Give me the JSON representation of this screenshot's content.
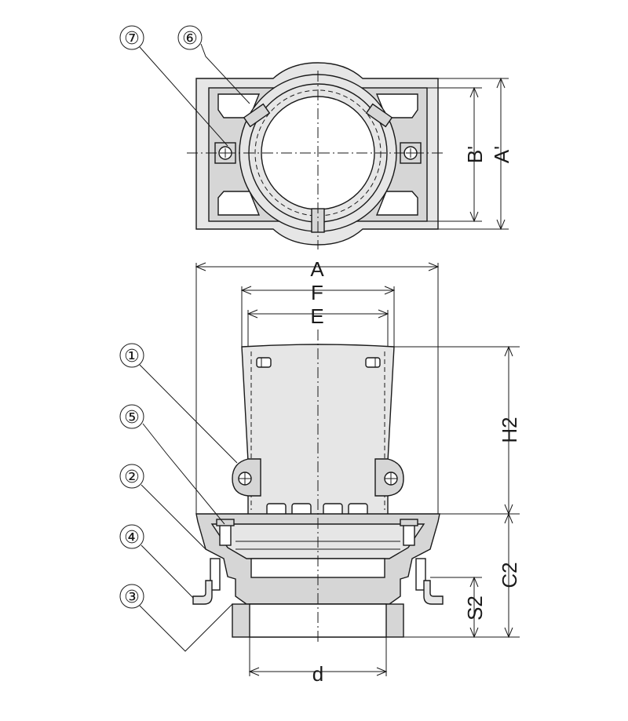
{
  "callouts": {
    "c1": "①",
    "c2": "②",
    "c3": "③",
    "c4": "④",
    "c5": "⑤",
    "c6": "⑥",
    "c7": "⑦"
  },
  "dimensions": {
    "A": "A",
    "F": "F",
    "E": "E",
    "H2": "H2",
    "C2": "C2",
    "S2": "S2",
    "d": "d",
    "A_prime": "A'",
    "B_prime": "B'"
  },
  "colors": {
    "line": "#1a1a1a",
    "body": "#d6d6d6",
    "light": "#e6e6e6"
  }
}
